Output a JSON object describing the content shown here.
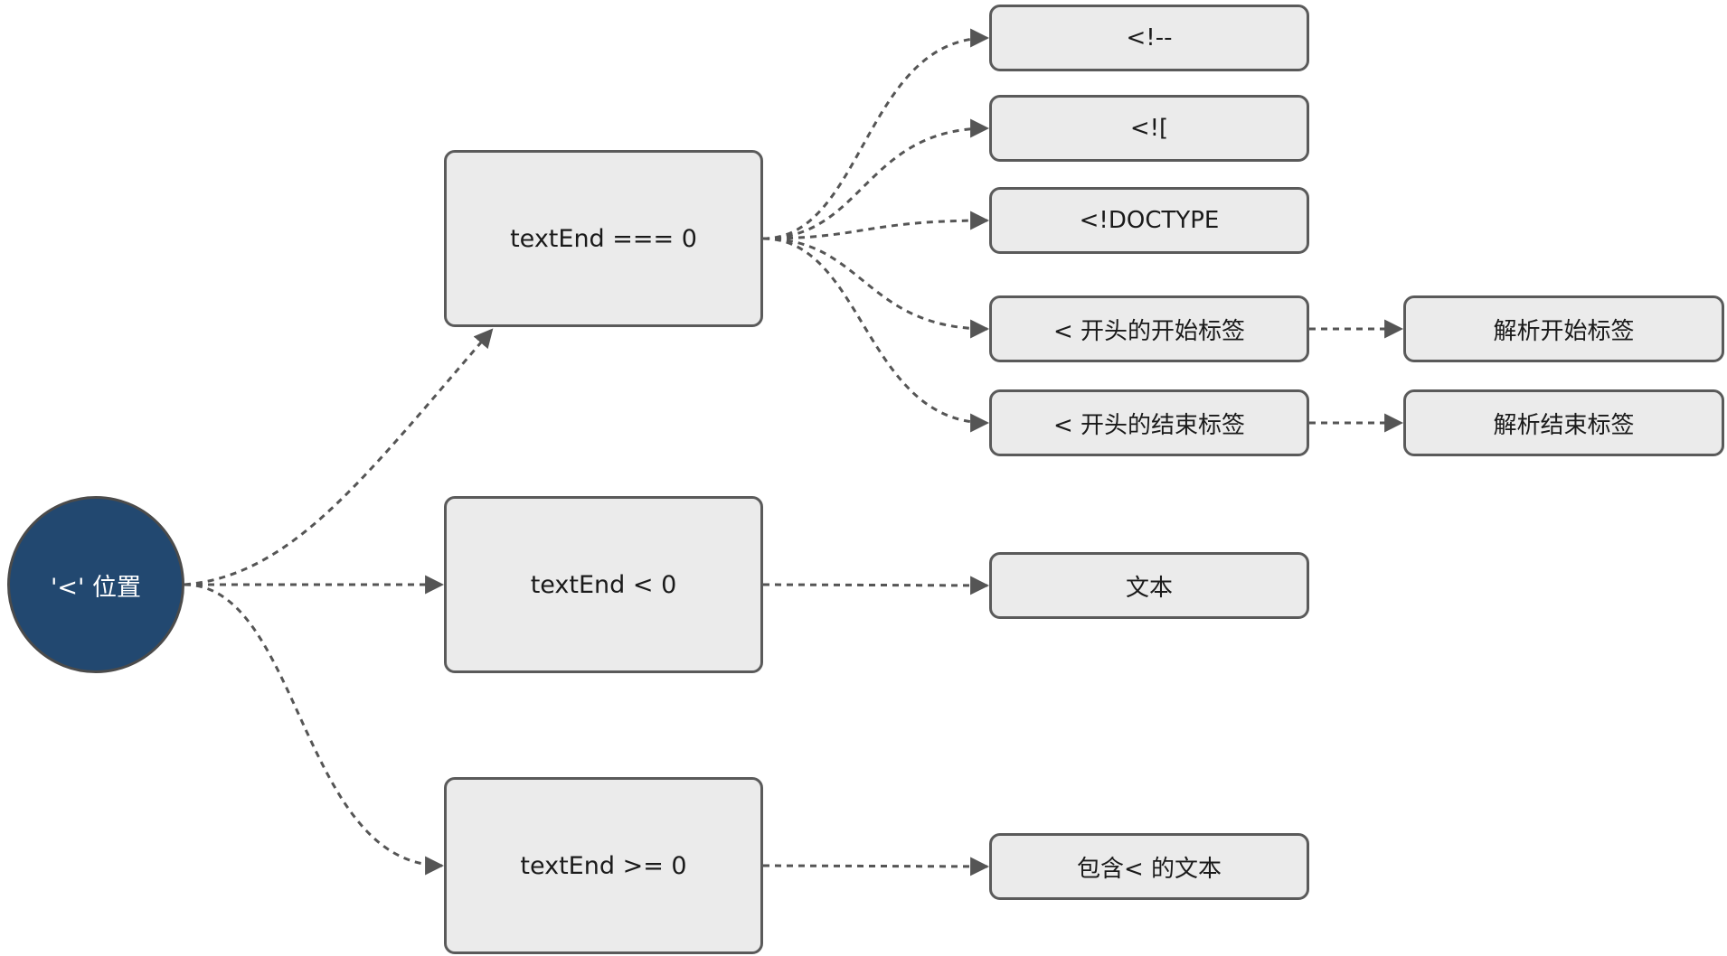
{
  "colors": {
    "node_fill": "#ebebeb",
    "node_border": "#5a5a5a",
    "start_fill": "#224870",
    "edge": "#555555"
  },
  "nodes": {
    "start": "'<' 位置",
    "eq0": "textEnd === 0",
    "lt0": "textEnd < 0",
    "ge0": "textEnd >= 0",
    "comment": "<!--",
    "cdata": "<![",
    "doctype": "<!DOCTYPE",
    "start_tag": "< 开头的开始标签",
    "end_tag": "< 开头的结束标签",
    "parse_start": "解析开始标签",
    "parse_end": "解析结束标签",
    "text": "文本",
    "text_lt": "包含< 的文本"
  },
  "edges": [
    {
      "from": "start",
      "to": "eq0"
    },
    {
      "from": "start",
      "to": "lt0"
    },
    {
      "from": "start",
      "to": "ge0"
    },
    {
      "from": "eq0",
      "to": "comment"
    },
    {
      "from": "eq0",
      "to": "cdata"
    },
    {
      "from": "eq0",
      "to": "doctype"
    },
    {
      "from": "eq0",
      "to": "start_tag"
    },
    {
      "from": "eq0",
      "to": "end_tag"
    },
    {
      "from": "start_tag",
      "to": "parse_start"
    },
    {
      "from": "end_tag",
      "to": "parse_end"
    },
    {
      "from": "lt0",
      "to": "text"
    },
    {
      "from": "ge0",
      "to": "text_lt"
    }
  ]
}
